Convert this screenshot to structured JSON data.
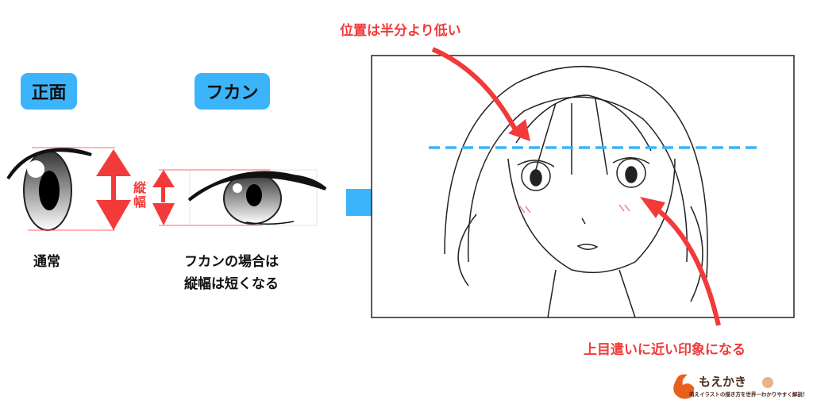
{
  "labels": {
    "front_badge": "正面",
    "high_angle_badge": "フカン",
    "vertical_width": "縦幅",
    "normal_caption": "通常",
    "high_angle_caption_1": "フカンの場合は",
    "high_angle_caption_2": "縦幅は短くなる",
    "position_note": "位置は半分より低い",
    "impression_note": "上目遣いに近い印象になる"
  },
  "logo": {
    "title": "もえかき",
    "tagline": "萌えイラストの描き方を世界一わかりやすく解説！"
  },
  "colors": {
    "badge": "#3bb4fb",
    "accent_red": "#f23a3a",
    "guide_blue": "#3bb4fb"
  }
}
